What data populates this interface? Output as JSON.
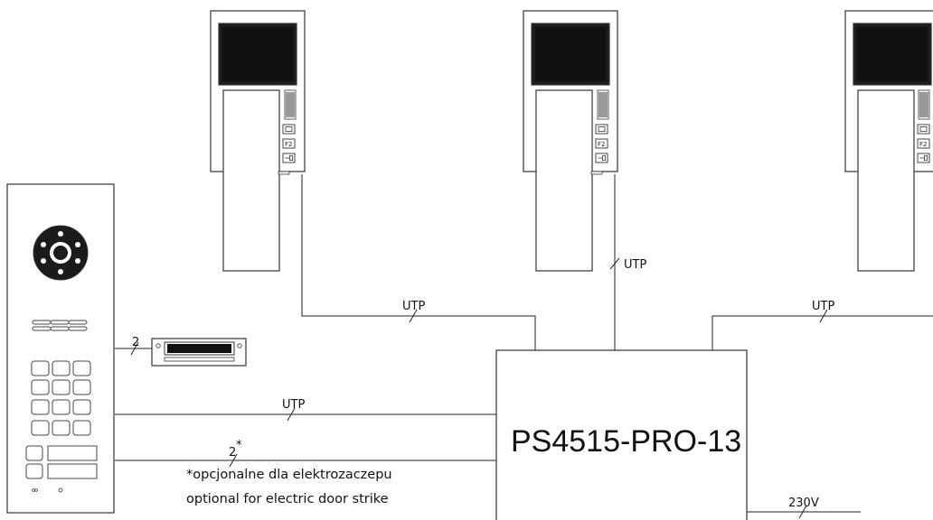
{
  "labels": {
    "utp_monitor_left": "UTP",
    "utp_monitor_center": "UTP",
    "utp_monitor_right": "UTP",
    "utp_panel": "UTP",
    "lock_pair_count": "2",
    "strike_pair_count": "2",
    "strike_asterisk": "*",
    "power": "230V"
  },
  "power_supply": {
    "model": "PS4515-PRO-13"
  },
  "notes": {
    "line_pl": "*opcjonalne dla elektrozaczepu",
    "line_en": "optional for electric door strike"
  },
  "monitor": {
    "button_f2": "F2"
  },
  "icons": [
    "camera-icon",
    "speaker-grille-icon",
    "keypad-icon",
    "door-strike-icon",
    "key-icon"
  ]
}
